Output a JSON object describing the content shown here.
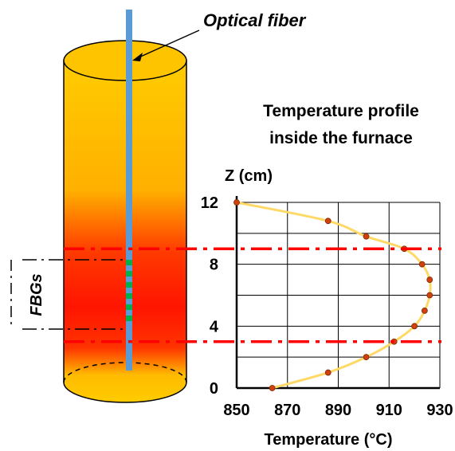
{
  "diagram": {
    "fiber_label": "Optical fiber",
    "fbg_label": "FBGs",
    "chart_title_line1": "Temperature profile",
    "chart_title_line2": "inside the furnace"
  },
  "colors": {
    "furnace_top": "#FFCC00",
    "furnace_hot": "#FF1A00",
    "fiber": "#5B9BD5",
    "grating": "#00B050",
    "dashdot": "#FF0000",
    "curve": "#FFD966",
    "points": "#D04010"
  },
  "chart_data": {
    "type": "scatter",
    "title": "Temperature profile inside the furnace",
    "xlabel": "Temperature (°C)",
    "ylabel": "Z (cm)",
    "xlim": [
      850,
      930
    ],
    "ylim": [
      0,
      12
    ],
    "xticks": [
      850,
      870,
      890,
      910,
      930
    ],
    "yticks": [
      0,
      4,
      8,
      12
    ],
    "grid": true,
    "points": [
      {
        "x": 850,
        "y": 12
      },
      {
        "x": 886,
        "y": 10.8
      },
      {
        "x": 901,
        "y": 9.8
      },
      {
        "x": 916,
        "y": 9.0
      },
      {
        "x": 923,
        "y": 8.0
      },
      {
        "x": 926,
        "y": 7.0
      },
      {
        "x": 926,
        "y": 6.0
      },
      {
        "x": 924,
        "y": 5.0
      },
      {
        "x": 920,
        "y": 4.0
      },
      {
        "x": 912,
        "y": 3.0
      },
      {
        "x": 901,
        "y": 2.0
      },
      {
        "x": 886,
        "y": 1.0
      },
      {
        "x": 864,
        "y": 0
      }
    ],
    "fbg_region_z": [
      3,
      9
    ]
  }
}
